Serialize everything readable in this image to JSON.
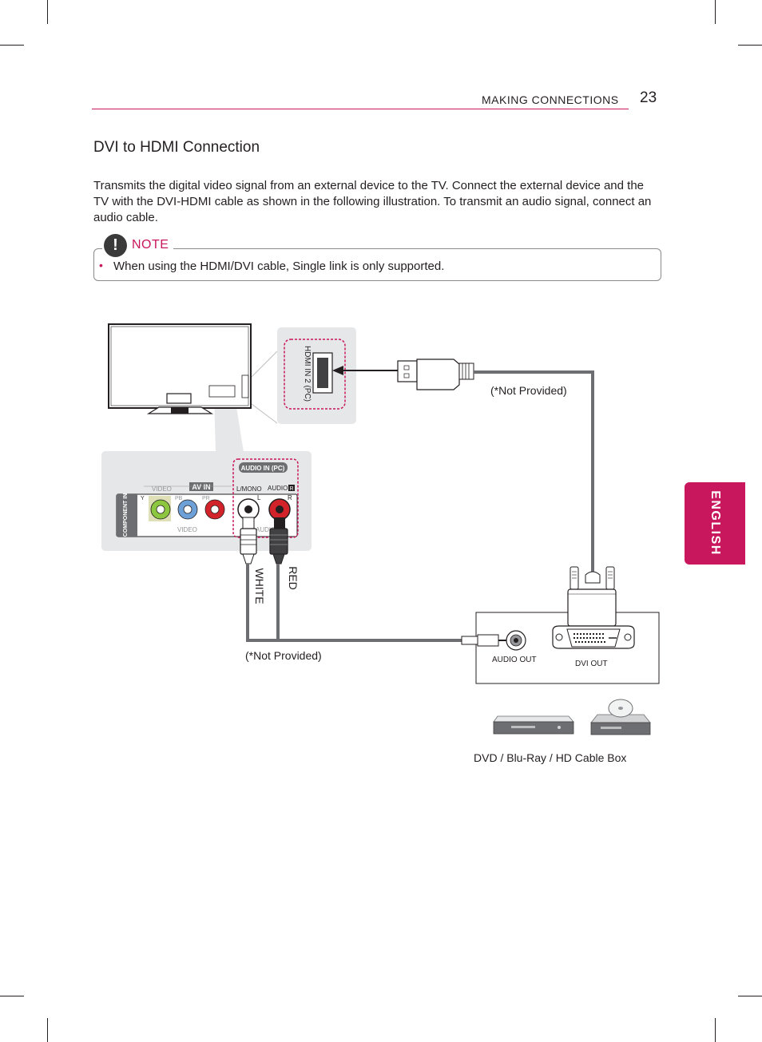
{
  "header": {
    "section": "MAKING CONNECTIONS",
    "page_number": "23"
  },
  "title": "DVI to HDMI Connection",
  "body": "Transmits the digital video signal from an external device to the TV. Connect the external device and the TV with the DVI-HDMI cable as shown in the following illustration. To transmit an audio signal, connect an audio cable.",
  "note": {
    "label": "NOTE",
    "icon": "!",
    "bullet": "•",
    "text": "When using the HDMI/DVI cable, Single link is only supported."
  },
  "side_tab": "ENGLISH",
  "diagram": {
    "hdmi_port_label": "HDMI IN 2 (PC)",
    "audio_in_label": "AUDIO IN (PC)",
    "av_in_label": "AV IN",
    "video_top_label": "VIDEO",
    "lmono_label": "L/MONO",
    "audio_r_label": "AUDIO",
    "audio_r_badge": "R",
    "l_label": "L",
    "r_label": "R",
    "y_label": "Y",
    "pb_label": "PB",
    "pr_label": "PR",
    "video_bottom_label": "VIDEO",
    "audio_bottom_label": "AUDIO",
    "component_label": "COMPONENT IN",
    "not_provided_hdmi": "(*Not Provided)",
    "not_provided_audio": "(*Not Provided)",
    "white_label": "WHITE",
    "red_label": "RED",
    "audio_out_label": "AUDIO OUT",
    "dvi_out_label": "DVI OUT",
    "devices_caption": "DVD / Blu-Ray / HD Cable Box"
  },
  "colors": {
    "accent": "#c8175d",
    "cable": "#6d6e71",
    "panel": "#e6e7e8",
    "white_jack": "#ffffff",
    "red_jack": "#d2232a",
    "green_jack": "#8dc63f",
    "blue_jack": "#6ea0d8"
  }
}
